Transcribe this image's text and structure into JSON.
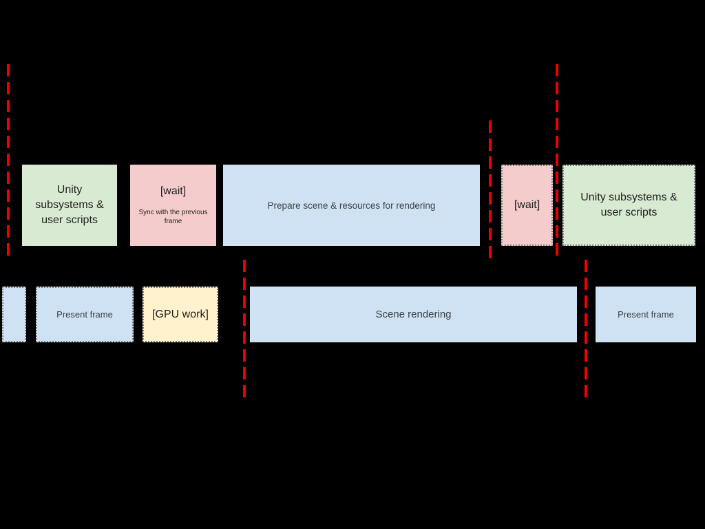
{
  "diagram": {
    "description": "Frame timeline diagram on black background showing CPU and render/GPU work blocks between red dashed vsync lines",
    "colors": {
      "background": "#000000",
      "red_dashed_line": "#ee0000",
      "block_green": "#d9ead3",
      "block_pink": "#f4cccc",
      "block_blue": "#cfe2f3",
      "block_yellow": "#fff2cc",
      "dashed_border": "#7d7d7d",
      "text": "#212121"
    },
    "red_lines": {
      "count": 5,
      "style": "dashed",
      "orientation": "vertical"
    },
    "top_row": {
      "unity_subsystems_current": {
        "label": "Unity\nsubsystems &\nuser scripts"
      },
      "wait_sync": {
        "label": "[wait]",
        "sublabel": "Sync with the previous\nframe"
      },
      "prepare_scene": {
        "label": "Prepare scene & resources for rendering"
      },
      "wait_next": {
        "label": "[wait]"
      },
      "unity_subsystems_next": {
        "label": "Unity subsystems &\nuser scripts"
      }
    },
    "bottom_row": {
      "leftover_sliver": {
        "label": ""
      },
      "present_frame_previous": {
        "label": "Present frame"
      },
      "gpu_work": {
        "label": "[GPU work]"
      },
      "scene_rendering": {
        "label": "Scene rendering"
      },
      "present_frame_current": {
        "label": "Present frame"
      }
    }
  }
}
